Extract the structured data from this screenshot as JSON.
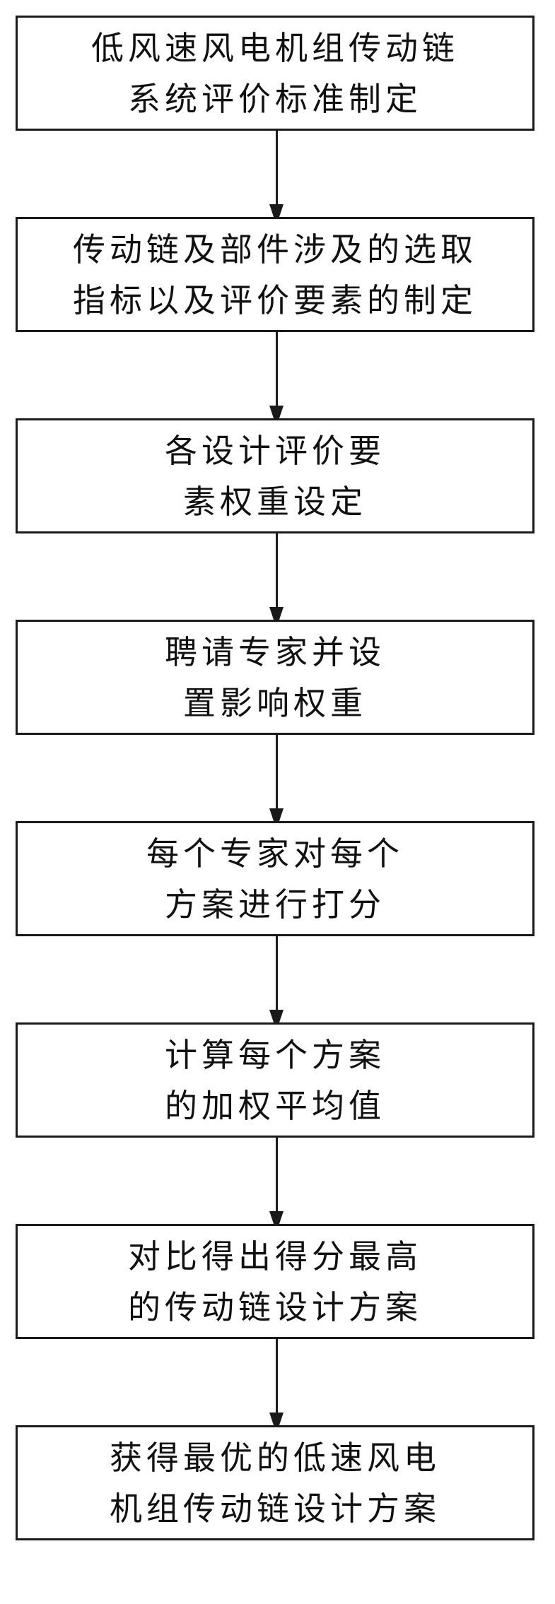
{
  "flowchart": {
    "steps": [
      {
        "lines": [
          "低风速风电机组传动链",
          "系统评价标准制定"
        ]
      },
      {
        "lines": [
          "传动链及部件涉及的选取",
          "指标以及评价要素的制定"
        ]
      },
      {
        "lines": [
          "各设计评价要",
          "素权重设定"
        ]
      },
      {
        "lines": [
          "聘请专家并设",
          "置影响权重"
        ]
      },
      {
        "lines": [
          "每个专家对每个",
          "方案进行打分"
        ]
      },
      {
        "lines": [
          "计算每个方案",
          "的加权平均值"
        ]
      },
      {
        "lines": [
          "对比得出得分最高",
          "的传动链设计方案"
        ]
      },
      {
        "lines": [
          "获得最优的低速风电",
          "机组传动链设计方案"
        ]
      }
    ]
  },
  "colors": {
    "stroke": "#1a1a1a",
    "text": "#111111",
    "background": "#ffffff"
  }
}
